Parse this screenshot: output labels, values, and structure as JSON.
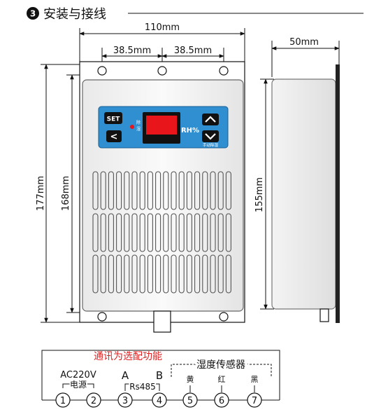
{
  "section": {
    "number": "3",
    "title": "安装与接线"
  },
  "dimensions": {
    "width_total": "110mm",
    "hole_spacing_left": "38.5mm",
    "hole_spacing_right": "38.5mm",
    "height_total": "177mm",
    "height_inner": "168mm",
    "depth": "50mm",
    "side_height": "155mm"
  },
  "control_panel": {
    "set_button": "SET",
    "back_button": "<",
    "indicator_top": "除",
    "indicator_bottom": "湿",
    "unit": "RH%",
    "up_button": "︿",
    "down_button": "﹀",
    "mode_label": "手动除湿"
  },
  "wiring": {
    "optional_note": "通讯为选配功能",
    "power_label": "AC220V",
    "power_sub": "电源",
    "comm_a": "A",
    "comm_b": "B",
    "comm_sub": "Rs485",
    "sensor_title": "湿度传感器",
    "sensor_yellow": "黄",
    "sensor_red": "红",
    "sensor_black": "黑",
    "terminals": [
      "1",
      "2",
      "3",
      "4",
      "5",
      "6",
      "7"
    ]
  },
  "colors": {
    "panel_blue": "#2f8fd0",
    "display_red": "#e8151b",
    "note_red": "#e02020"
  }
}
